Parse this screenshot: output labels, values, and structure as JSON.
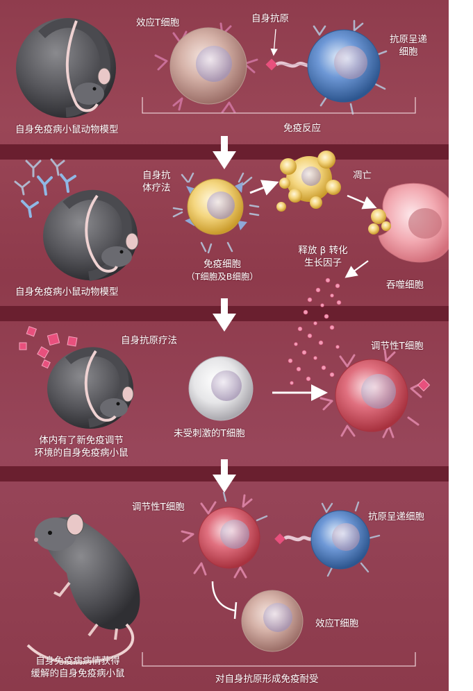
{
  "panel1": {
    "mouse_label": "自身免疫病小鼠动物模型",
    "effector_label": "效应T细胞",
    "self_antigen_label": "自身抗原",
    "apc_label_line1": "抗原呈递",
    "apc_label_line2": "细胞",
    "bracket_label": "免疫反应"
  },
  "panel2": {
    "therapy_line1": "自身抗",
    "therapy_line2": "体疗法",
    "apoptosis_label": "凋亡",
    "immune_cell_line1": "免疫细胞",
    "immune_cell_line2": "（T细胞及B细胞）",
    "tgf_line1": "释放 β 转化",
    "tgf_line2": "生长因子",
    "phagocyte_label": "吞噬细胞",
    "mouse_label": "自身免疫病小鼠动物模型"
  },
  "panel3": {
    "therapy_label": "自身抗原疗法",
    "treg_label": "调节性T细胞",
    "naive_label": "未受刺激的T细胞",
    "mouse_line1": "体内有了新免疫调节",
    "mouse_line2": "环境的自身免疫病小鼠"
  },
  "panel4": {
    "treg_label": "调节性T细胞",
    "apc_label": "抗原呈递细胞",
    "effector_label": "效应T细胞",
    "mouse_line1": "自身免疫病病情获得",
    "mouse_line2": "缓解的自身免疫病小鼠",
    "bracket_label": "对自身抗原形成免疫耐受"
  },
  "colors": {
    "background": "#93404f",
    "band": "#6a1f2f",
    "effector_cell": "#c9a49a",
    "apc_cell": "#4f7fc4",
    "immune_cell": "#f2d27a",
    "naive_cell": "#e9e9ea",
    "treg_cell": "#d45a6d",
    "phagocyte": "#ef9fa8",
    "antigen": "#e8507d",
    "receptor": "#d77fa0"
  }
}
